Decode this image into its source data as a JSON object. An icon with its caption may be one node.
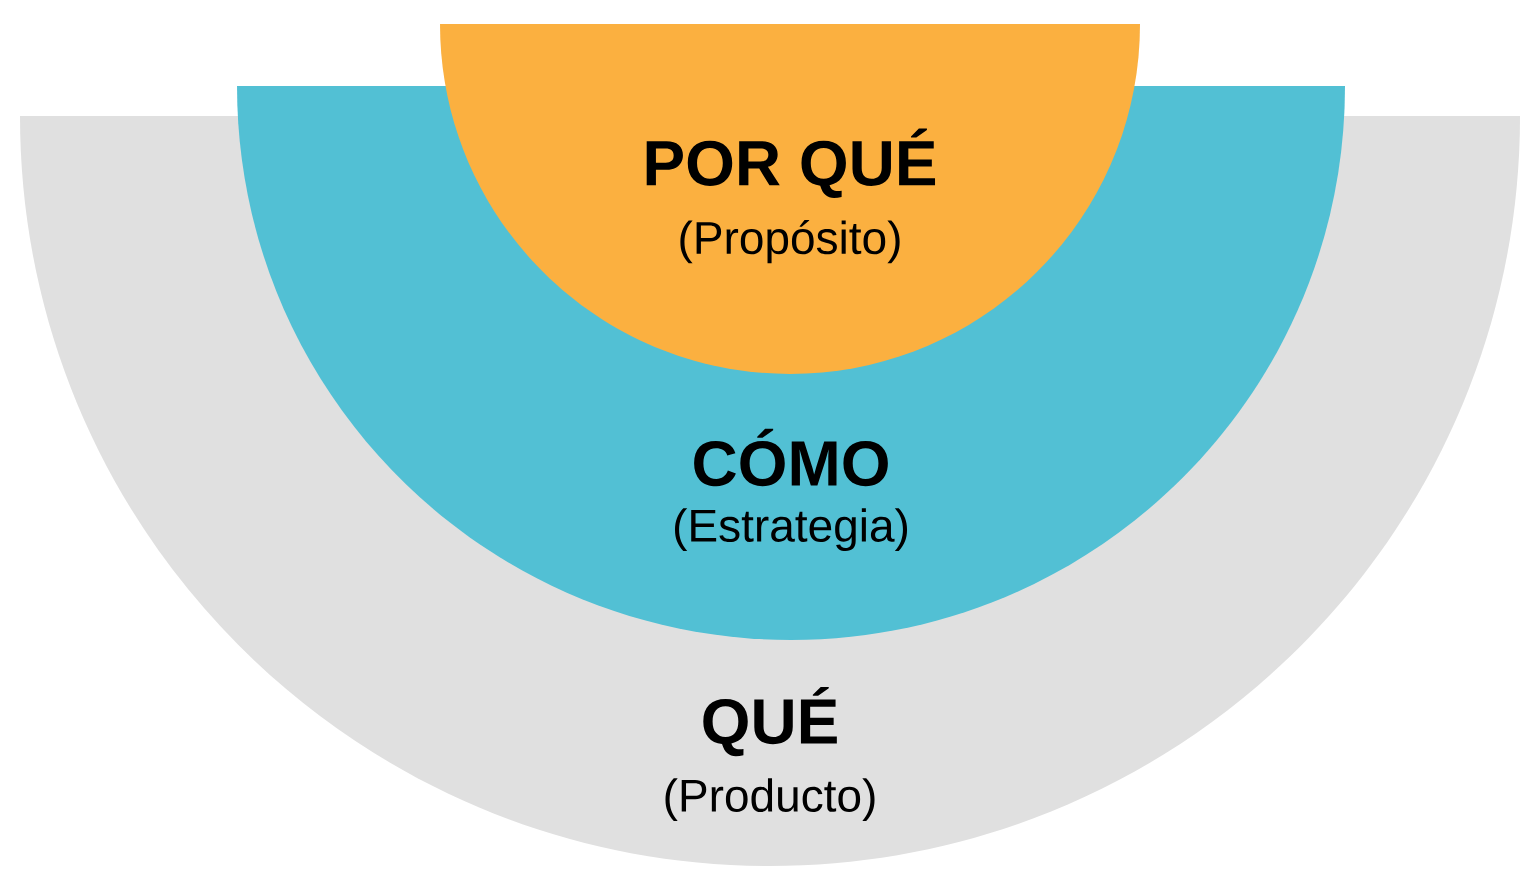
{
  "diagram": {
    "nodes": [
      {
        "text": [
          "POR QUÉ",
          "(Propósito)"
        ]
      },
      {
        "text": [
          "CÓMO",
          "(Estrategia)"
        ]
      },
      {
        "text": [
          "QUÉ",
          "(Producto)"
        ]
      }
    ]
  }
}
